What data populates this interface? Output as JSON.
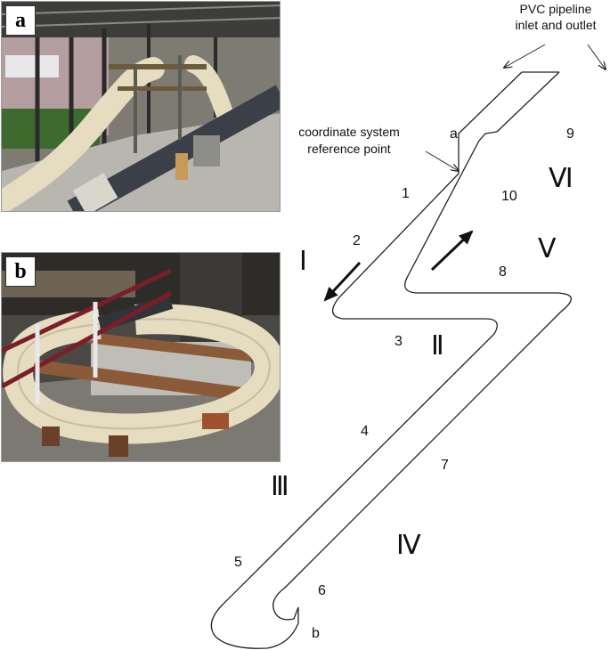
{
  "panels": {
    "a": {
      "badge": "a"
    },
    "b": {
      "badge": "b"
    }
  },
  "diagram": {
    "inlet_outlet_line1": "PVC pipeline",
    "inlet_outlet_line2": "inlet and outlet",
    "reference_line1": "coordinate system",
    "reference_line2": "reference point",
    "point_a": "a",
    "point_b": "b",
    "sections": [
      "1",
      "2",
      "3",
      "4",
      "5",
      "6",
      "7",
      "8",
      "9",
      "10"
    ],
    "zones": [
      "Ⅰ",
      "Ⅱ",
      "Ⅲ",
      "Ⅳ",
      "Ⅴ",
      "Ⅵ"
    ]
  },
  "colors": {
    "pipe_outline": "#222222",
    "arrow": "#111111",
    "photo_pipe_cream": "#e6dcc0",
    "photo_pipe_dark": "#3a3f48"
  }
}
